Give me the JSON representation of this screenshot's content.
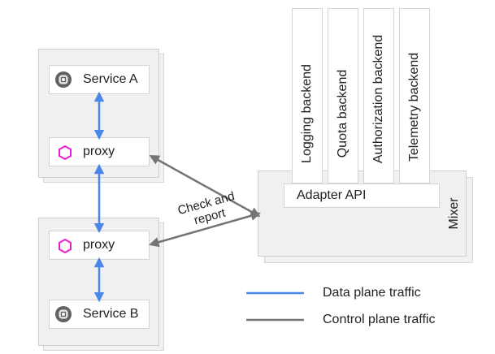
{
  "services": {
    "service_a": {
      "label": "Service A",
      "icon": "chip-icon"
    },
    "proxy_a": {
      "label": "proxy",
      "icon": "hexagon-icon"
    },
    "proxy_b": {
      "label": "proxy",
      "icon": "hexagon-icon"
    },
    "service_b": {
      "label": "Service B",
      "icon": "chip-icon"
    }
  },
  "mixer": {
    "title": "Mixer",
    "adapter_api": "Adapter API",
    "backends": [
      "Logging backend",
      "Quota backend",
      "Authorization backend",
      "Telemetry backend"
    ]
  },
  "edge_label": {
    "line1": "Check and",
    "line2": "report"
  },
  "legend": {
    "data_plane": {
      "label": "Data plane traffic",
      "color": "#4a86e8"
    },
    "control_plane": {
      "label": "Control plane traffic",
      "color": "#757575"
    }
  },
  "colors": {
    "proxy_hex": "#e91ed4",
    "chip": "#616161"
  }
}
